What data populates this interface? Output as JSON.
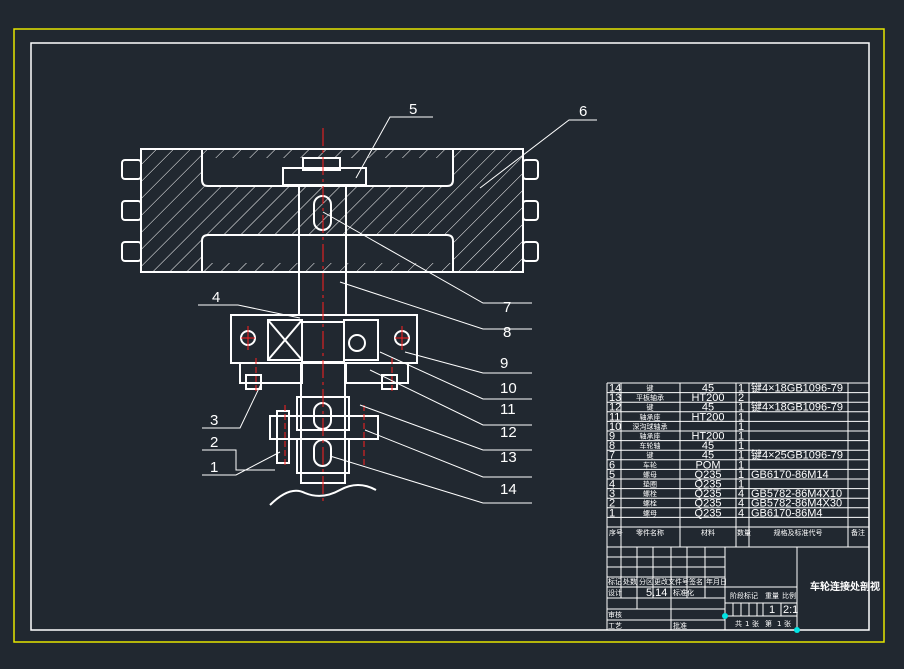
{
  "balloons": [
    {
      "n": "1"
    },
    {
      "n": "2"
    },
    {
      "n": "3"
    },
    {
      "n": "4"
    },
    {
      "n": "5"
    },
    {
      "n": "6"
    },
    {
      "n": "7"
    },
    {
      "n": "8"
    },
    {
      "n": "9"
    },
    {
      "n": "10"
    },
    {
      "n": "11"
    },
    {
      "n": "12"
    },
    {
      "n": "13"
    },
    {
      "n": "14"
    }
  ],
  "bom": {
    "rows": [
      {
        "no": "14",
        "name": "键",
        "mat": "45",
        "qty": "1",
        "std": "键4×18GB1096-79"
      },
      {
        "no": "13",
        "name": "平板轴承",
        "mat": "HT200",
        "qty": "2",
        "std": ""
      },
      {
        "no": "12",
        "name": "键",
        "mat": "45",
        "qty": "1",
        "std": "键4×18GB1096-79"
      },
      {
        "no": "11",
        "name": "轴承座",
        "mat": "HT200",
        "qty": "1",
        "std": ""
      },
      {
        "no": "10",
        "name": "深沟球轴承",
        "mat": "",
        "qty": "1",
        "std": ""
      },
      {
        "no": "9",
        "name": "轴承座",
        "mat": "HT200",
        "qty": "1",
        "std": ""
      },
      {
        "no": "8",
        "name": "车轮轴",
        "mat": "45",
        "qty": "1",
        "std": ""
      },
      {
        "no": "7",
        "name": "键",
        "mat": "45",
        "qty": "1",
        "std": "键4×25GB1096-79"
      },
      {
        "no": "6",
        "name": "车轮",
        "mat": "POM",
        "qty": "1",
        "std": ""
      },
      {
        "no": "5",
        "name": "螺母",
        "mat": "Q235",
        "qty": "1",
        "std": "GB6170-86M14"
      },
      {
        "no": "4",
        "name": "垫圈",
        "mat": "Q235",
        "qty": "1",
        "std": ""
      },
      {
        "no": "3",
        "name": "螺栓",
        "mat": "Q235",
        "qty": "4",
        "std": "GB5782-86M4X10"
      },
      {
        "no": "2",
        "name": "螺栓",
        "mat": "Q235",
        "qty": "4",
        "std": "GB5782-86M4X30"
      },
      {
        "no": "1",
        "name": "螺母",
        "mat": "Q235",
        "qty": "4",
        "std": "GB6170-86M4"
      }
    ],
    "header": {
      "no": "序号",
      "name": "零件名称",
      "mat": "材料",
      "qty": "数量",
      "std": "规格及标准代号",
      "note": "备注"
    }
  },
  "title_block": {
    "title": "车轮连接处剖视",
    "mark": "标记",
    "count": "处数",
    "zone": "分区",
    "change": "更改文件号",
    "sign": "签名",
    "date": "年月日",
    "design": "设计",
    "design_val": "5.14",
    "std": "标准化",
    "stage": "阶段标记",
    "weight": "重量",
    "scale": "比例",
    "scale_val": "2:1",
    "qty_val": "1",
    "check": "审核",
    "craft": "工艺",
    "approve": "批准",
    "sheets": "共",
    "sheets_n": "1",
    "sheet_unit": "张",
    "sheet_no": "第",
    "sheet_no_n": "1",
    "sheet_unit2": "张"
  },
  "colors": {
    "background": "#212830",
    "frame": "#e6e600",
    "line": "#ffffff",
    "center": "#ff2020",
    "grip": "#00e5e5"
  }
}
